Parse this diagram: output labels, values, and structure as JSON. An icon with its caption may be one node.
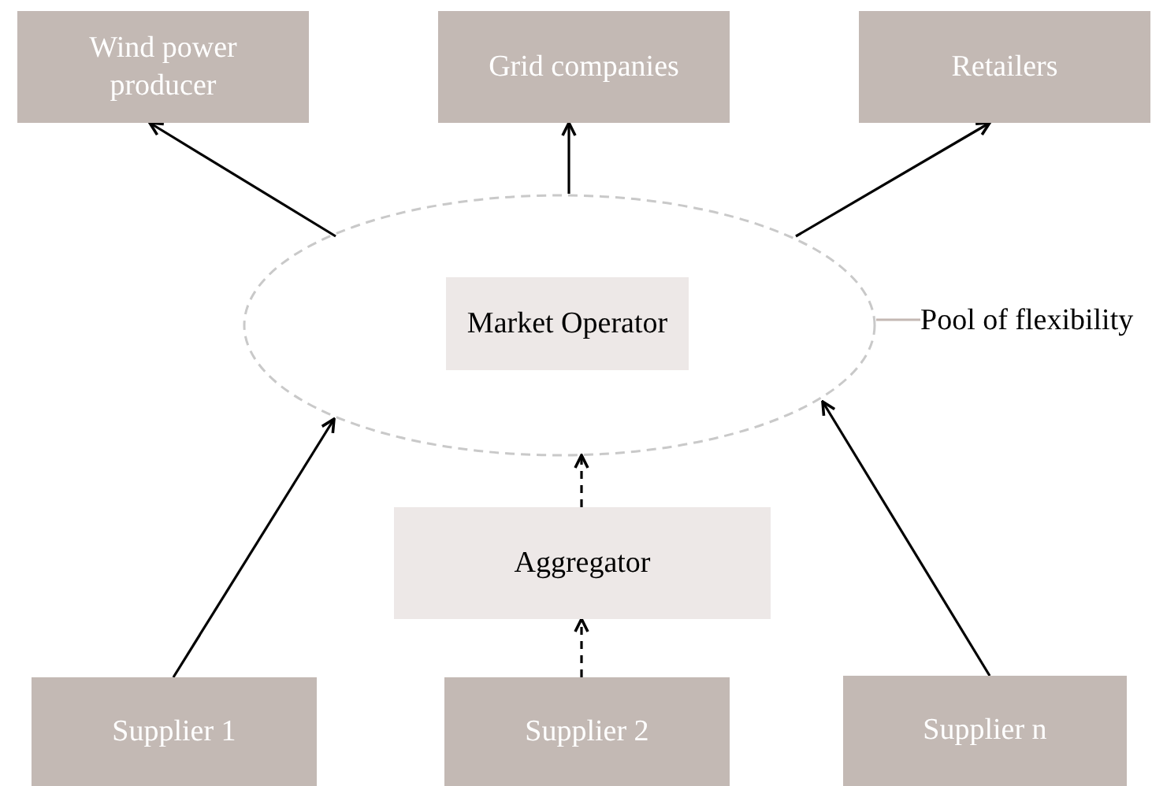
{
  "diagram": {
    "nodes": [
      {
        "text": [
          "Wind power producer"
        ]
      },
      {
        "text": [
          "Grid companies"
        ]
      },
      {
        "text": [
          "Retailers"
        ]
      },
      {
        "text": [],
        "shape": "ellipse"
      },
      {
        "text": [
          "Market Operator"
        ],
        "in": 3
      },
      {
        "text": [
          "Pool of flexibility"
        ]
      },
      {
        "text": [
          "Aggregator"
        ]
      },
      {
        "text": [
          "Supplier 1"
        ]
      },
      {
        "text": [
          "Supplier 2"
        ]
      },
      {
        "text": [
          "Supplier n"
        ]
      }
    ],
    "edges": [
      {
        "from": 3,
        "to": 0,
        "arrow": "to"
      },
      {
        "from": 3,
        "to": 1,
        "arrow": "to"
      },
      {
        "from": 3,
        "to": 2,
        "arrow": "to"
      },
      {
        "from": 7,
        "to": 3,
        "arrow": "to"
      },
      {
        "from": 8,
        "to": 6,
        "arrow": "to",
        "style": "dashed"
      },
      {
        "from": 6,
        "to": 3,
        "arrow": "to",
        "style": "dashed"
      },
      {
        "from": 9,
        "to": 3,
        "arrow": "to"
      },
      {
        "from": 5,
        "to": 3,
        "arrow": "none",
        "color": "#c4b8b3"
      }
    ]
  }
}
